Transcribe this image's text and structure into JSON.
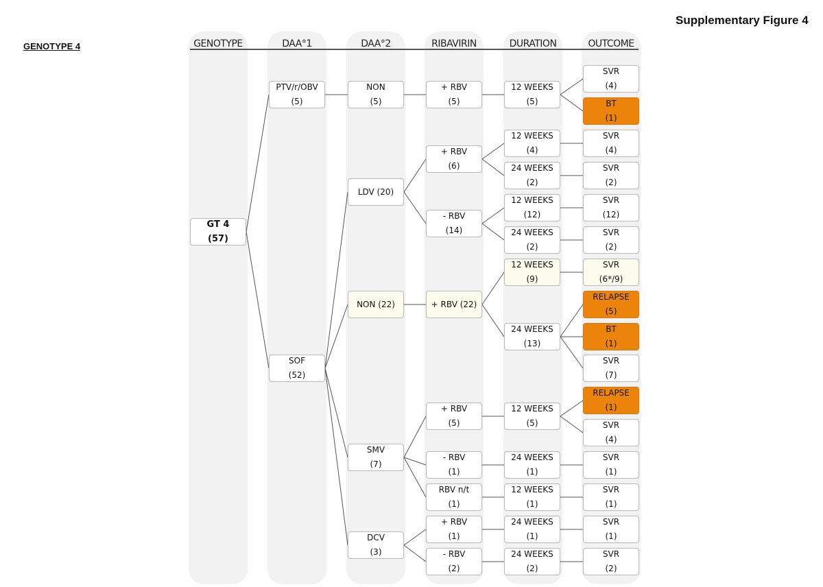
{
  "figure_title": "Supplementary Figure 4",
  "section_label": "GENOTYPE 4",
  "columns": [
    "GENOTYPE",
    "DAA°1",
    "DAA°2",
    "RIBAVIRIN",
    "DURATION",
    "OUTCOME"
  ],
  "colors": {
    "column_bg": "#f2f2f2",
    "node_white": "#ffffff",
    "node_highlight": "#fdfcec",
    "node_failure": "#ec840b",
    "link": "#555555"
  },
  "nodes": {
    "gt4": {
      "label": "GT 4",
      "count": "(57)"
    },
    "ptv": {
      "label": "PTV/r/OBV",
      "count": "(5)"
    },
    "sof": {
      "label": "SOF",
      "count": "(52)"
    },
    "ptv_non": {
      "label": "NON",
      "count": "(5)"
    },
    "ldv": {
      "label": "LDV (20)",
      "count": ""
    },
    "sof_non": {
      "label": "NON (22)",
      "count": ""
    },
    "smv": {
      "label": "SMV",
      "count": "(7)"
    },
    "dcv": {
      "label": "DCV",
      "count": "(3)"
    },
    "r_ptv": {
      "label": "+ RBV",
      "count": "(5)"
    },
    "r_ldv_plus": {
      "label": "+ RBV",
      "count": "(6)"
    },
    "r_ldv_minus": {
      "label": "- RBV",
      "count": "(14)"
    },
    "r_non": {
      "label": "+ RBV (22)",
      "count": ""
    },
    "r_smv_plus": {
      "label": "+ RBV",
      "count": "(5)"
    },
    "r_smv_minus": {
      "label": "- RBV",
      "count": "(1)"
    },
    "r_smv_nt": {
      "label": "RBV n/t",
      "count": "(1)"
    },
    "r_dcv_plus": {
      "label": "+ RBV",
      "count": "(1)"
    },
    "r_dcv_minus": {
      "label": "- RBV",
      "count": "(2)"
    },
    "d_ptv": {
      "label": "12 WEEKS",
      "count": "(5)"
    },
    "d_ldvp_12": {
      "label": "12 WEEKS",
      "count": "(4)"
    },
    "d_ldvp_24": {
      "label": "24 WEEKS",
      "count": "(2)"
    },
    "d_ldvm_12": {
      "label": "12 WEEKS",
      "count": "(12)"
    },
    "d_ldvm_24": {
      "label": "24 WEEKS",
      "count": "(2)"
    },
    "d_non_12": {
      "label": "12 WEEKS",
      "count": "(9)"
    },
    "d_non_24": {
      "label": "24 WEEKS",
      "count": "(13)"
    },
    "d_smvp": {
      "label": "12 WEEKS",
      "count": "(5)"
    },
    "d_smvm": {
      "label": "24 WEEKS",
      "count": "(1)"
    },
    "d_smvnt": {
      "label": "12 WEEKS",
      "count": "(1)"
    },
    "d_dcvp": {
      "label": "24 WEEKS",
      "count": "(1)"
    },
    "d_dcvm": {
      "label": "24 WEEKS",
      "count": "(2)"
    },
    "o1": {
      "label": "SVR",
      "count": "(4)"
    },
    "o2": {
      "label": "BT",
      "count": "(1)"
    },
    "o3": {
      "label": "SVR",
      "count": "(4)"
    },
    "o4": {
      "label": "SVR",
      "count": "(2)"
    },
    "o5": {
      "label": "SVR",
      "count": "(12)"
    },
    "o6": {
      "label": "SVR",
      "count": "(2)"
    },
    "o7": {
      "label": "SVR",
      "count": "(6*/9)"
    },
    "o8": {
      "label": "RELAPSE",
      "count": "(5)"
    },
    "o9": {
      "label": "BT",
      "count": "(1)"
    },
    "o10": {
      "label": "SVR",
      "count": "(7)"
    },
    "o11": {
      "label": "RELAPSE",
      "count": "(1)"
    },
    "o12": {
      "label": "SVR",
      "count": "(4)"
    },
    "o13": {
      "label": "SVR",
      "count": "(1)"
    },
    "o14": {
      "label": "SVR",
      "count": "(1)"
    },
    "o15": {
      "label": "SVR",
      "count": "(1)"
    },
    "o16": {
      "label": "SVR",
      "count": "(2)"
    }
  },
  "edges": [
    [
      "gt4",
      "ptv"
    ],
    [
      "gt4",
      "sof"
    ],
    [
      "ptv",
      "ptv_non"
    ],
    [
      "sof",
      "ldv"
    ],
    [
      "sof",
      "sof_non"
    ],
    [
      "sof",
      "smv"
    ],
    [
      "sof",
      "dcv"
    ],
    [
      "ptv_non",
      "r_ptv"
    ],
    [
      "ldv",
      "r_ldv_plus"
    ],
    [
      "ldv",
      "r_ldv_minus"
    ],
    [
      "sof_non",
      "r_non"
    ],
    [
      "smv",
      "r_smv_plus"
    ],
    [
      "smv",
      "r_smv_minus"
    ],
    [
      "smv",
      "r_smv_nt"
    ],
    [
      "dcv",
      "r_dcv_plus"
    ],
    [
      "dcv",
      "r_dcv_minus"
    ],
    [
      "r_ptv",
      "d_ptv"
    ],
    [
      "r_ldv_plus",
      "d_ldvp_12"
    ],
    [
      "r_ldv_plus",
      "d_ldvp_24"
    ],
    [
      "r_ldv_minus",
      "d_ldvm_12"
    ],
    [
      "r_ldv_minus",
      "d_ldvm_24"
    ],
    [
      "r_non",
      "d_non_12"
    ],
    [
      "r_non",
      "d_non_24"
    ],
    [
      "r_smv_plus",
      "d_smvp"
    ],
    [
      "r_smv_minus",
      "d_smvm"
    ],
    [
      "r_smv_nt",
      "d_smvnt"
    ],
    [
      "r_dcv_plus",
      "d_dcvp"
    ],
    [
      "r_dcv_minus",
      "d_dcvm"
    ],
    [
      "d_ptv",
      "o1"
    ],
    [
      "d_ptv",
      "o2"
    ],
    [
      "d_ldvp_12",
      "o3"
    ],
    [
      "d_ldvp_24",
      "o4"
    ],
    [
      "d_ldvm_12",
      "o5"
    ],
    [
      "d_ldvm_24",
      "o6"
    ],
    [
      "d_non_12",
      "o7"
    ],
    [
      "d_non_24",
      "o8"
    ],
    [
      "d_non_24",
      "o9"
    ],
    [
      "d_non_24",
      "o10"
    ],
    [
      "d_smvp",
      "o11"
    ],
    [
      "d_smvp",
      "o12"
    ],
    [
      "d_smvm",
      "o13"
    ],
    [
      "d_smvnt",
      "o14"
    ],
    [
      "d_dcvp",
      "o15"
    ],
    [
      "d_dcvm",
      "o16"
    ]
  ]
}
